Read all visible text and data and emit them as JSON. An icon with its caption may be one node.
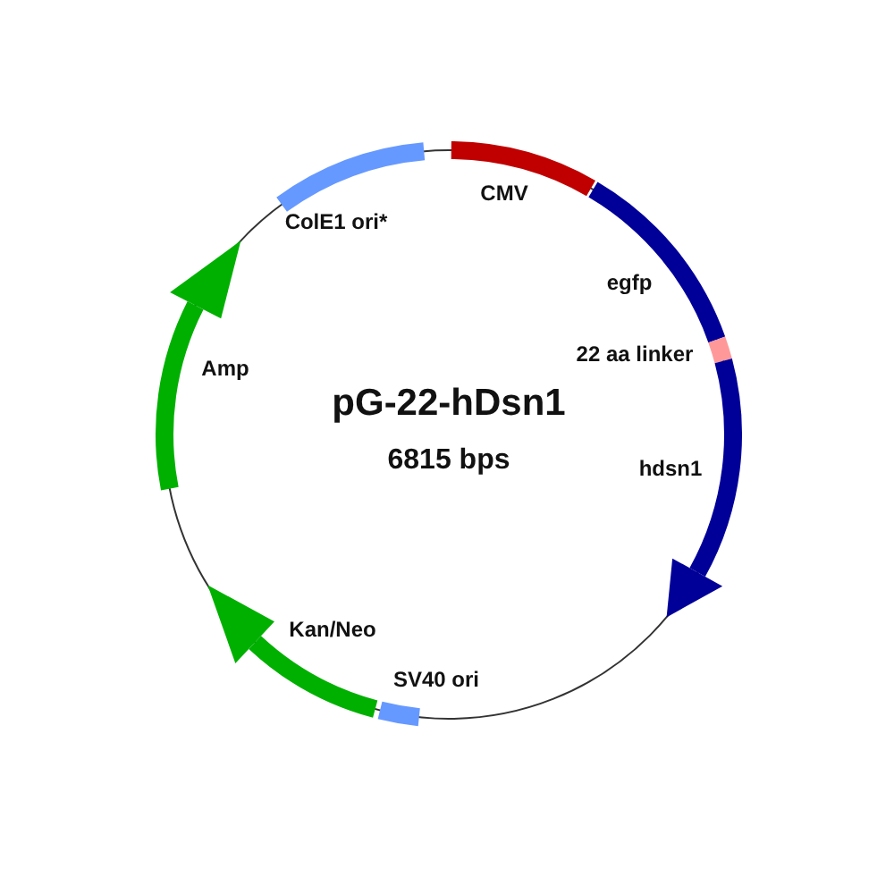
{
  "diagram": {
    "title": "pG-22-hDsn1",
    "nodes": [
      {
        "text": [
          "CMV"
        ]
      },
      {
        "text": [
          "egfp"
        ]
      },
      {
        "text": [
          "22 aa linker"
        ]
      },
      {
        "text": [
          "hdsn1"
        ]
      },
      {
        "text": [
          "SV40 ori"
        ]
      },
      {
        "text": [
          "Kan/Neo"
        ]
      },
      {
        "text": [
          "Amp"
        ]
      },
      {
        "text": [
          "ColE1 ori*"
        ]
      }
    ],
    "labels": [
      "6815 bps"
    ]
  }
}
